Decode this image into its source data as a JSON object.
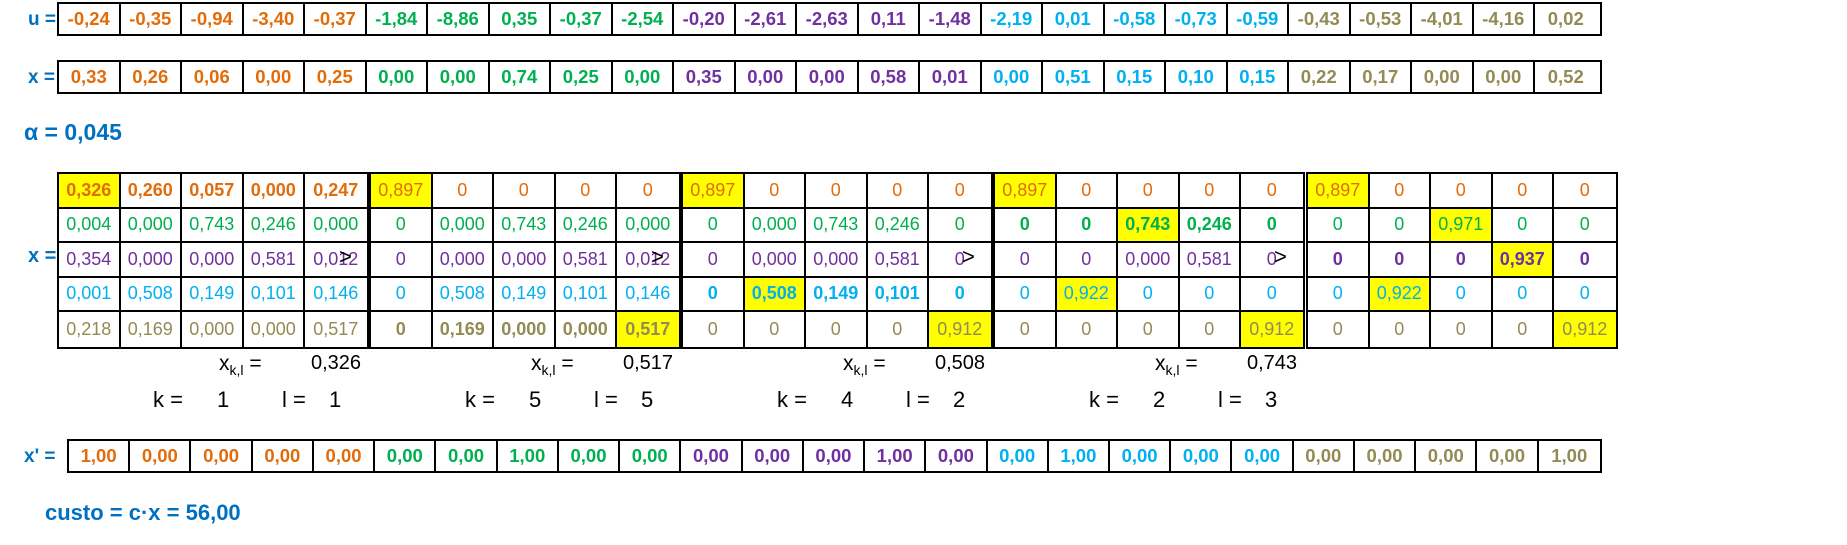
{
  "palette": {
    "label_blue": "#0070C0",
    "group_colors": [
      "#E36C0A",
      "#00B050",
      "#7030A0",
      "#00B0F0",
      "#948A54"
    ],
    "highlight": "#FFFF00"
  },
  "u": {
    "label": "u =",
    "values": [
      "-0,24",
      "-0,35",
      "-0,94",
      "-3,40",
      "-0,37",
      "-1,84",
      "-8,86",
      "0,35",
      "-0,37",
      "-2,54",
      "-0,20",
      "-2,61",
      "-2,63",
      "0,11",
      "-1,48",
      "-2,19",
      "0,01",
      "-0,58",
      "-0,73",
      "-0,59",
      "-0,43",
      "-0,53",
      "-4,01",
      "-4,16",
      "0,02"
    ]
  },
  "x": {
    "label": "x =",
    "values": [
      "0,33",
      "0,26",
      "0,06",
      "0,00",
      "0,25",
      "0,00",
      "0,00",
      "0,74",
      "0,25",
      "0,00",
      "0,35",
      "0,00",
      "0,00",
      "0,58",
      "0,01",
      "0,00",
      "0,51",
      "0,15",
      "0,10",
      "0,15",
      "0,22",
      "0,17",
      "0,00",
      "0,00",
      "0,52"
    ]
  },
  "alpha": {
    "label": "α = 0,045"
  },
  "matrix_label": "x =",
  "separator": ">",
  "matrices": [
    {
      "cells": [
        [
          "0,326",
          "0,260",
          "0,057",
          "0,000",
          "0,247"
        ],
        [
          "0,004",
          "0,000",
          "0,743",
          "0,246",
          "0,000"
        ],
        [
          "0,354",
          "0,000",
          "0,000",
          "0,581",
          "0,012"
        ],
        [
          "0,001",
          "0,508",
          "0,149",
          "0,101",
          "0,146"
        ],
        [
          "0,218",
          "0,169",
          "0,000",
          "0,000",
          "0,517"
        ]
      ],
      "bold_rows": [
        0
      ],
      "bold_cols": [],
      "highlights": [
        [
          0,
          0
        ]
      ],
      "xkl_value": "0,326",
      "k": "1",
      "l": "1"
    },
    {
      "cells": [
        [
          "0,897",
          "0",
          "0",
          "0",
          "0"
        ],
        [
          "0",
          "0,000",
          "0,743",
          "0,246",
          "0,000"
        ],
        [
          "0",
          "0,000",
          "0,000",
          "0,581",
          "0,012"
        ],
        [
          "0",
          "0,508",
          "0,149",
          "0,101",
          "0,146"
        ],
        [
          "0",
          "0,169",
          "0,000",
          "0,000",
          "0,517"
        ]
      ],
      "bold_rows": [
        4
      ],
      "bold_cols": [],
      "highlights": [
        [
          0,
          0
        ],
        [
          4,
          4
        ]
      ],
      "xkl_value": "0,517",
      "k": "5",
      "l": "5"
    },
    {
      "cells": [
        [
          "0,897",
          "0",
          "0",
          "0",
          "0"
        ],
        [
          "0",
          "0,000",
          "0,743",
          "0,246",
          "0"
        ],
        [
          "0",
          "0,000",
          "0,000",
          "0,581",
          "0"
        ],
        [
          "0",
          "0,508",
          "0,149",
          "0,101",
          "0"
        ],
        [
          "0",
          "0",
          "0",
          "0",
          "0,912"
        ]
      ],
      "bold_rows": [
        3
      ],
      "bold_cols": [],
      "highlights": [
        [
          0,
          0
        ],
        [
          3,
          1
        ],
        [
          4,
          4
        ]
      ],
      "xkl_value": "0,508",
      "k": "4",
      "l": "2"
    },
    {
      "cells": [
        [
          "0,897",
          "0",
          "0",
          "0",
          "0"
        ],
        [
          "0",
          "0",
          "0,743",
          "0,246",
          "0"
        ],
        [
          "0",
          "0",
          "0,000",
          "0,581",
          "0"
        ],
        [
          "0",
          "0,922",
          "0",
          "0",
          "0"
        ],
        [
          "0",
          "0",
          "0",
          "0",
          "0,912"
        ]
      ],
      "bold_rows": [
        1
      ],
      "bold_cols": [],
      "highlights": [
        [
          0,
          0
        ],
        [
          1,
          2
        ],
        [
          3,
          1
        ],
        [
          4,
          4
        ]
      ],
      "xkl_value": "0,743",
      "k": "2",
      "l": "3"
    },
    {
      "cells": [
        [
          "0,897",
          "0",
          "0",
          "0",
          "0"
        ],
        [
          "0",
          "0",
          "0,971",
          "0",
          "0"
        ],
        [
          "0",
          "0",
          "0",
          "0,937",
          "0"
        ],
        [
          "0",
          "0,922",
          "0",
          "0",
          "0"
        ],
        [
          "0",
          "0",
          "0",
          "0",
          "0,912"
        ]
      ],
      "bold_rows": [
        2
      ],
      "bold_cols": [],
      "highlights": [
        [
          0,
          0
        ],
        [
          1,
          2
        ],
        [
          2,
          3
        ],
        [
          3,
          1
        ],
        [
          4,
          4
        ]
      ],
      "xkl_value": null,
      "k": null,
      "l": null
    }
  ],
  "xkl_label": {
    "main": "x",
    "sub": "k,l",
    "eq": " ="
  },
  "k_label": "k =",
  "l_label": "l =",
  "xprime": {
    "label": "x' =",
    "values": [
      "1,00",
      "0,00",
      "0,00",
      "0,00",
      "0,00",
      "0,00",
      "0,00",
      "1,00",
      "0,00",
      "0,00",
      "0,00",
      "0,00",
      "0,00",
      "1,00",
      "0,00",
      "0,00",
      "1,00",
      "0,00",
      "0,00",
      "0,00",
      "0,00",
      "0,00",
      "0,00",
      "0,00",
      "1,00"
    ]
  },
  "cost": {
    "label": "custo = c·x = 56,00"
  }
}
